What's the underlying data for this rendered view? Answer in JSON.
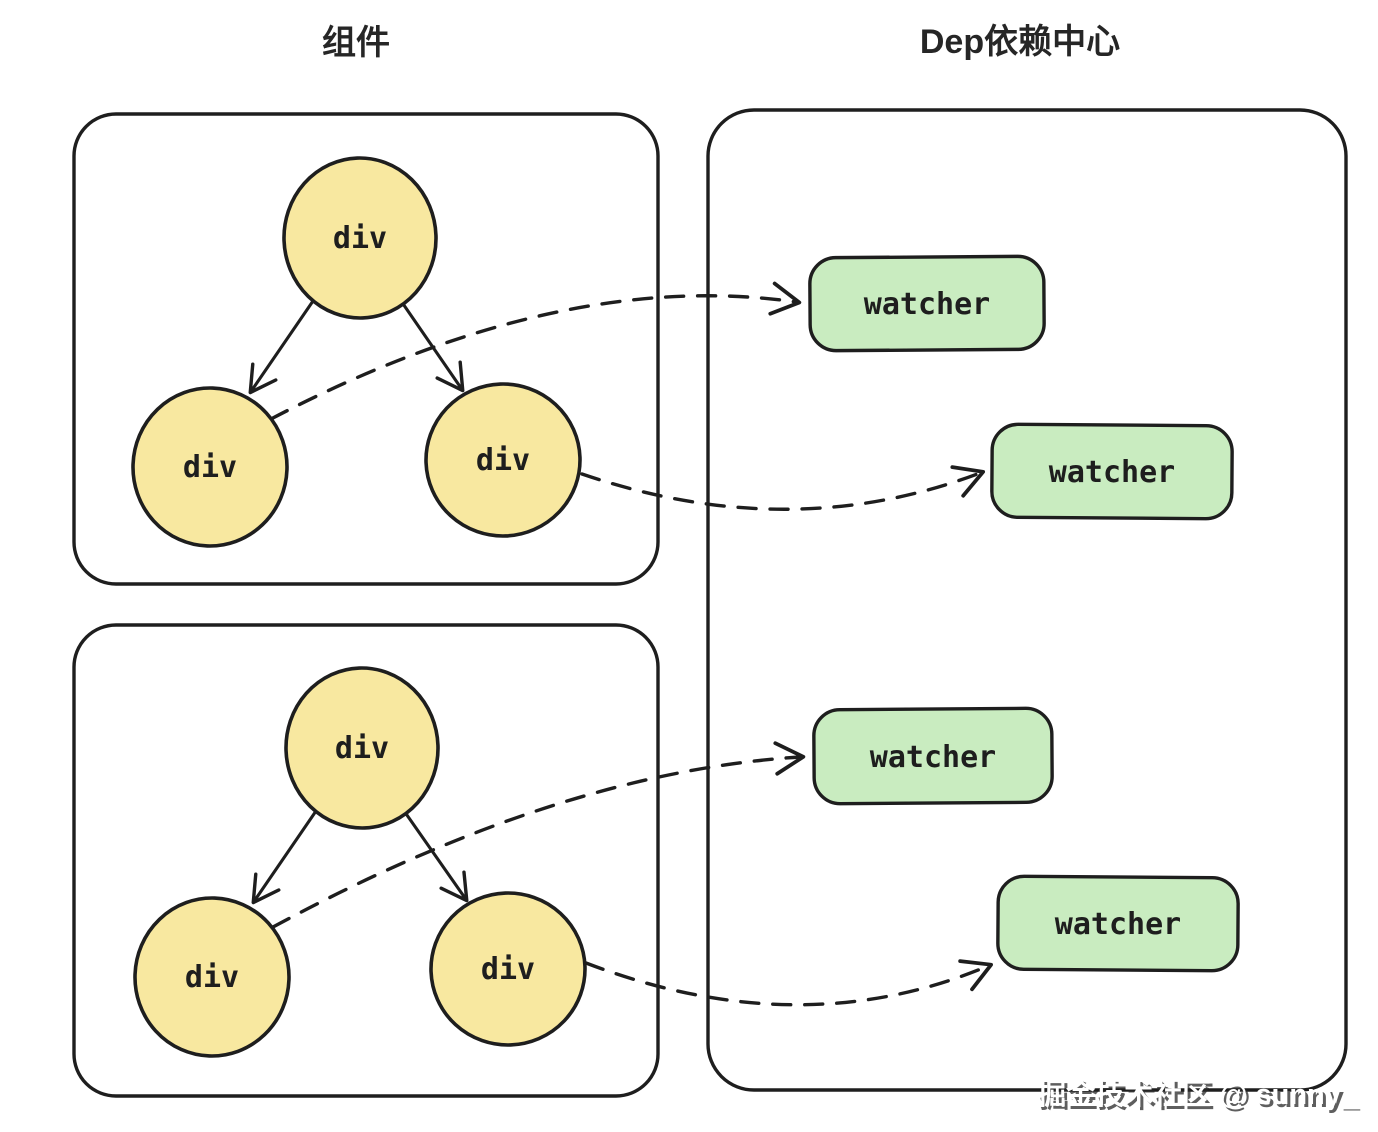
{
  "titles": {
    "components": "组件",
    "dep_center": "Dep依赖中心"
  },
  "components": [
    {
      "id": "component-1",
      "nodes": [
        {
          "label": "div"
        },
        {
          "label": "div"
        },
        {
          "label": "div"
        }
      ]
    },
    {
      "id": "component-2",
      "nodes": [
        {
          "label": "div"
        },
        {
          "label": "div"
        },
        {
          "label": "div"
        }
      ]
    }
  ],
  "dep_center": {
    "watchers": [
      {
        "label": "watcher"
      },
      {
        "label": "watcher"
      },
      {
        "label": "watcher"
      },
      {
        "label": "watcher"
      }
    ]
  },
  "watermark": "掘金技术社区 @ sunny_",
  "colors": {
    "ink": "#1e1e1e",
    "node_fill": "#f8e8a0",
    "watcher_fill": "#c9ecc0",
    "background": "#ffffff"
  }
}
